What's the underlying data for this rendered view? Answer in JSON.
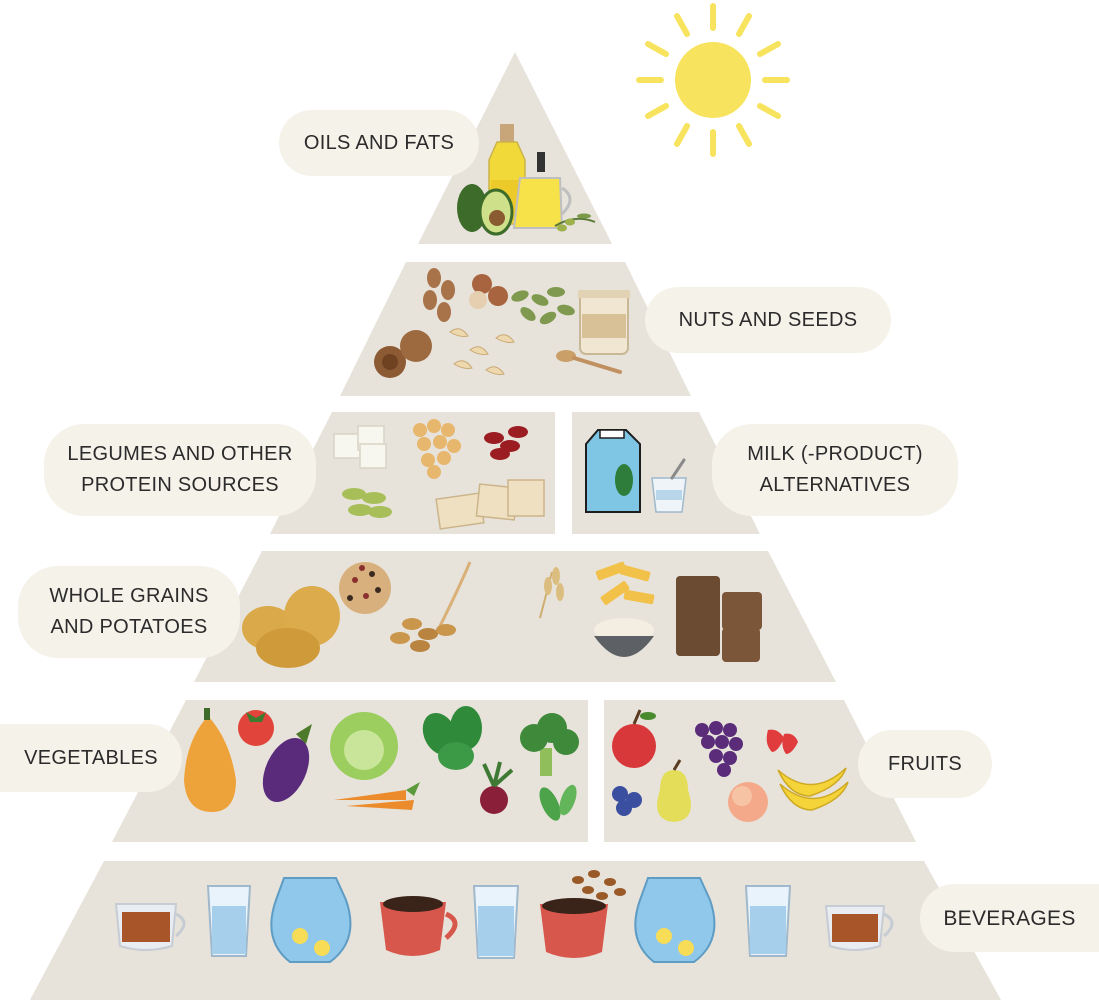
{
  "colors": {
    "tier": "#e7e3da",
    "label_bg": "#f5f2ea",
    "sun": "#f8e35e",
    "text": "#2b2b2b"
  },
  "tiers": [
    {
      "name": "oils-and-fats",
      "label_lines": [
        "OILS AND FATS"
      ],
      "icons": [
        "olive-oil-bottle-icon",
        "oil-jug-icon",
        "avocado-icon",
        "olive-branch-icon"
      ]
    },
    {
      "name": "nuts-and-seeds",
      "label_lines": [
        "NUTS AND SEEDS"
      ],
      "icons": [
        "almonds-icon",
        "hazelnuts-icon",
        "pumpkin-seeds-icon",
        "walnuts-icon",
        "cashews-icon",
        "nut-butter-jar-icon",
        "spoon-icon"
      ]
    },
    {
      "name": "legumes-and-other-protein-sources",
      "label_lines": [
        "LEGUMES AND OTHER",
        "PROTEIN SOURCES"
      ],
      "icons": [
        "tofu-icon",
        "chickpeas-icon",
        "kidney-beans-icon",
        "edamame-icon",
        "tempeh-icon"
      ]
    },
    {
      "name": "milk-product-alternatives",
      "label_lines": [
        "MILK (-PRODUCT)",
        "ALTERNATIVES"
      ],
      "icons": [
        "milk-carton-icon",
        "yogurt-cup-icon"
      ]
    },
    {
      "name": "whole-grains-and-potatoes",
      "label_lines": [
        "WHOLE GRAINS",
        "AND POTATOES"
      ],
      "icons": [
        "potatoes-icon",
        "quinoa-icon",
        "oats-icon",
        "wheat-icon",
        "penne-pasta-icon",
        "rice-bowl-icon",
        "whole-grain-bread-icon"
      ]
    },
    {
      "name": "vegetables",
      "label_lines": [
        "VEGETABLES"
      ],
      "icons": [
        "pumpkin-icon",
        "tomato-icon",
        "eggplant-icon",
        "cabbage-icon",
        "spinach-icon",
        "broccoli-icon",
        "carrots-icon",
        "beetroot-icon",
        "peas-icon"
      ]
    },
    {
      "name": "fruits",
      "label_lines": [
        "FRUITS"
      ],
      "icons": [
        "apple-icon",
        "grapes-icon",
        "strawberries-icon",
        "blueberries-icon",
        "pear-icon",
        "peach-icon",
        "bananas-icon"
      ]
    },
    {
      "name": "beverages",
      "label_lines": [
        "BEVERAGES"
      ],
      "icons": [
        "tea-cup-icon",
        "water-glass-icon",
        "lemon-water-jug-icon",
        "coffee-cup-icon",
        "water-glass-icon",
        "coffee-beans-cup-icon",
        "lemon-water-jug-icon",
        "water-glass-icon",
        "tea-cup-icon"
      ]
    }
  ],
  "sun_icon": "sun-icon"
}
